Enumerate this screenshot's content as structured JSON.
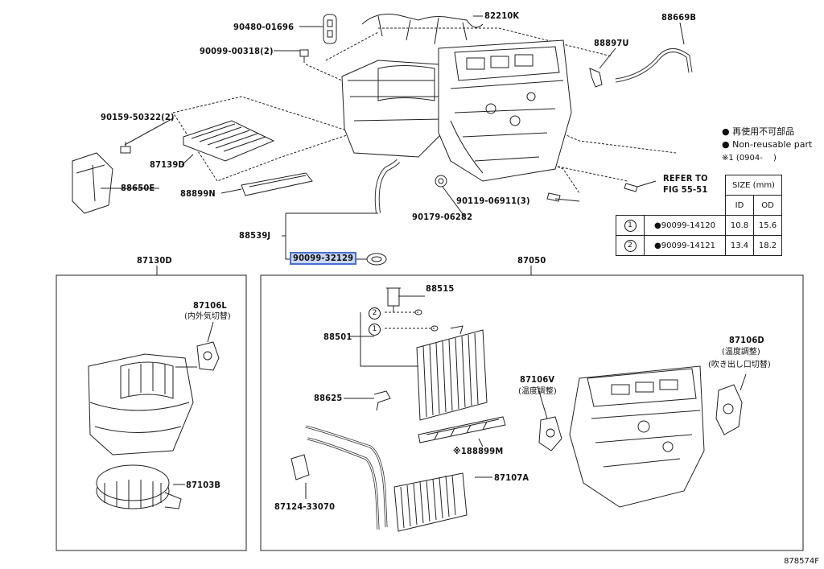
{
  "parts": {
    "p90480": "90480-01696",
    "p82210": "82210K",
    "p88669": "88669B",
    "p90099_318": "90099-00318(2)",
    "p88897": "88897U",
    "p90159": "90159-50322(2)",
    "p87139": "87139D",
    "p88650": "88650E",
    "p88899N": "88899N",
    "p90119": "90119-06911(3)",
    "p90179": "90179-06282",
    "p88539": "88539J",
    "p90099_32129": "90099-32129",
    "p87130": "87130D",
    "p87050": "87050",
    "p87106L": "87106L",
    "p87106L_note": "(内外気切替)",
    "p88515": "88515",
    "p88501": "88501",
    "p87106D": "87106D",
    "p87106D_note1": "(温度調整)",
    "p87106D_note2": "(吹き出し口切替)",
    "p87106V": "87106V",
    "p87106V_note": "(温度調整)",
    "p88625": "88625",
    "p88899M": "※188899M",
    "p87103": "87103B",
    "p87107": "87107A",
    "p87124": "87124-33070"
  },
  "refer": {
    "line1": "REFER TO",
    "line2": "FIG 55-51"
  },
  "legend": {
    "jp": "● 再使用不可部品",
    "en": "● Non-reusable part",
    "note": "※1 (0904-　 )"
  },
  "size_table": {
    "header": "SIZE (mm)",
    "col_id": "ID",
    "col_od": "OD",
    "rows": [
      {
        "mark": "1",
        "part": "●90099-14120",
        "id": "10.8",
        "od": "15.6"
      },
      {
        "mark": "2",
        "part": "●90099-14121",
        "id": "13.4",
        "od": "18.2"
      }
    ]
  },
  "circle_marks": {
    "c1": "1",
    "c2": "2"
  },
  "figure_id": "878574F"
}
